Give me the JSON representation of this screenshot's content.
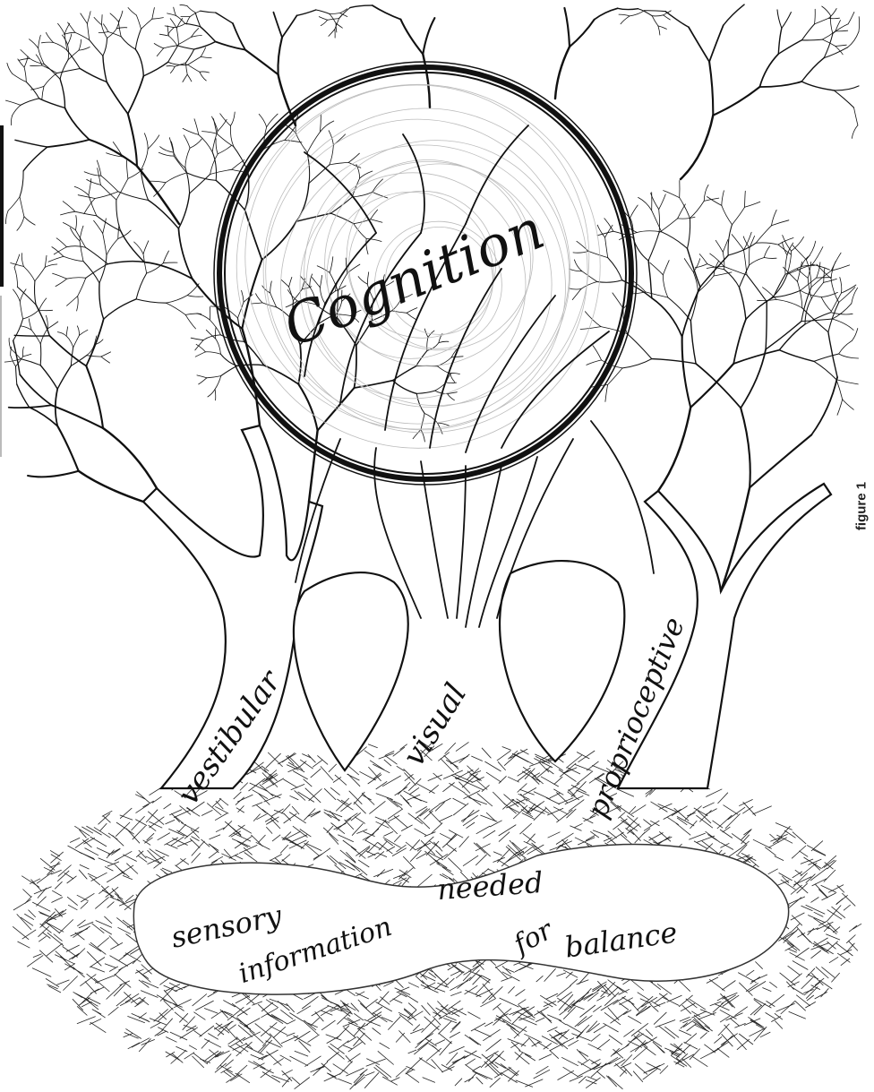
{
  "figure_label": "figure 1",
  "center": {
    "label": "Cognition"
  },
  "trunks": [
    {
      "label": "vestibular"
    },
    {
      "label": "visual"
    },
    {
      "label": "proprioceptive"
    }
  ],
  "ground": {
    "line1": "sensory",
    "line2": "information",
    "line3": "needed",
    "line4": "for",
    "line5": "balance"
  },
  "colors": {
    "ink": "#111111",
    "paper": "#ffffff"
  }
}
